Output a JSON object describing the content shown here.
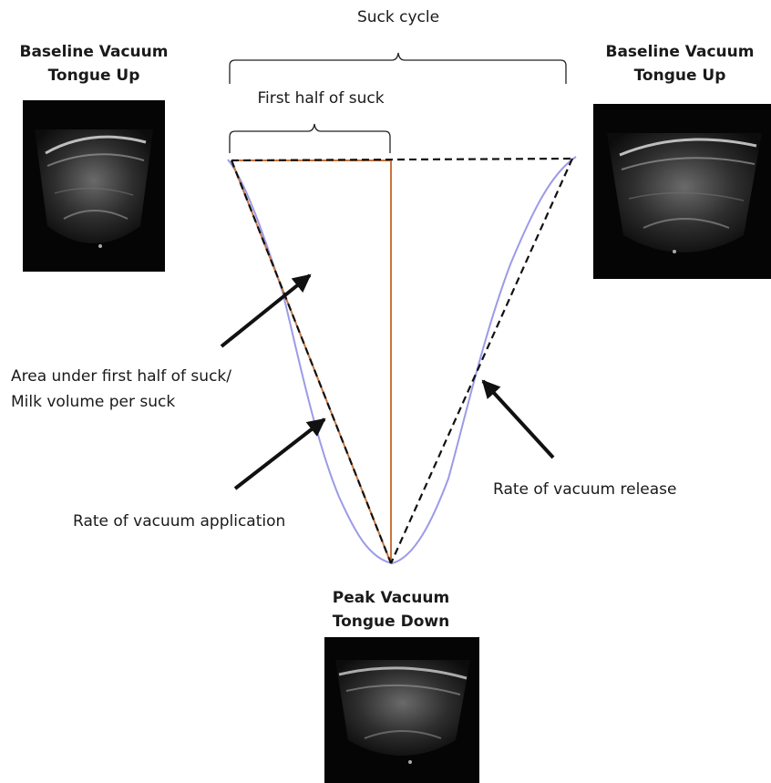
{
  "labels": {
    "suck_cycle": "Suck cycle",
    "first_half": "First half of suck",
    "baseline_left_line1": "Baseline Vacuum",
    "baseline_left_line2": "Tongue Up",
    "baseline_right_line1": "Baseline Vacuum",
    "baseline_right_line2": "Tongue Up",
    "area_line1": "Area under first half of suck/",
    "area_line2": "Milk volume per suck",
    "rate_application": "Rate of vacuum application",
    "rate_release": "Rate of vacuum release",
    "peak_line1": "Peak Vacuum",
    "peak_line2": "Tongue Down"
  },
  "ultrasound_images": [
    {
      "name": "baseline-left",
      "phase": "Tongue Up"
    },
    {
      "name": "baseline-right",
      "phase": "Tongue Up"
    },
    {
      "name": "peak-vacuum",
      "phase": "Tongue Down"
    }
  ],
  "colors": {
    "vacuum_curve": "#9b9be8",
    "first_half_triangle": "#c8743c",
    "dashed_lines": "#111111",
    "arrows": "#111111",
    "brackets": "#222222"
  }
}
